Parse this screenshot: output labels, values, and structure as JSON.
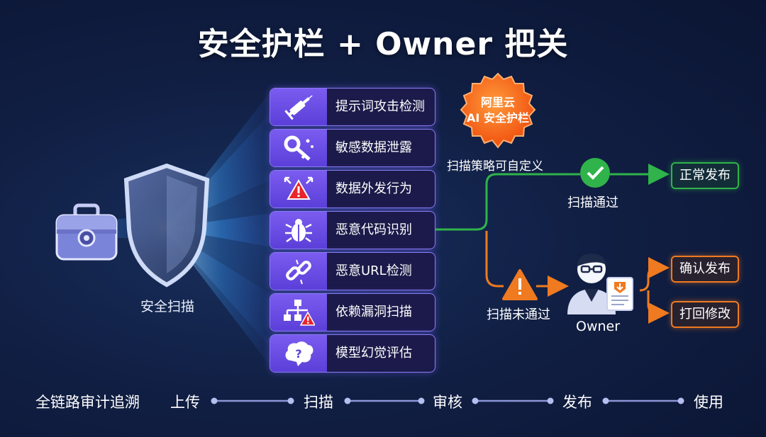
{
  "title": "安全护栏 + Owner 把关",
  "scan": {
    "label": "安全扫描"
  },
  "checks": [
    {
      "label": "提示词攻击检测",
      "icon": "syringe-icon"
    },
    {
      "label": "敏感数据泄露",
      "icon": "key-icon"
    },
    {
      "label": "数据外发行为",
      "icon": "alert-arrows-icon"
    },
    {
      "label": "恶意代码识别",
      "icon": "bug-icon"
    },
    {
      "label": "恶意URL检测",
      "icon": "broken-link-icon"
    },
    {
      "label": "依赖漏洞扫描",
      "icon": "dependency-warning-icon"
    },
    {
      "label": "模型幻觉评估",
      "icon": "brain-question-icon"
    }
  ],
  "badge": {
    "line1": "阿里云",
    "line2": "AI 安全护栏"
  },
  "policy": "扫描策略可自定义",
  "pass": {
    "label": "扫描通过",
    "result": "正常发布"
  },
  "fail": {
    "label": "扫描未通过"
  },
  "owner": {
    "label": "Owner",
    "actions": [
      "确认发布",
      "打回修改"
    ]
  },
  "footer": {
    "label": "全链路审计追溯",
    "stages": [
      "上传",
      "扫描",
      "审核",
      "发布",
      "使用"
    ]
  },
  "colors": {
    "background": "#111f44",
    "purple": "#6a4ee6",
    "green": "#2fb34a",
    "orange": "#ef7a20",
    "badge": "#ff6a1a"
  }
}
